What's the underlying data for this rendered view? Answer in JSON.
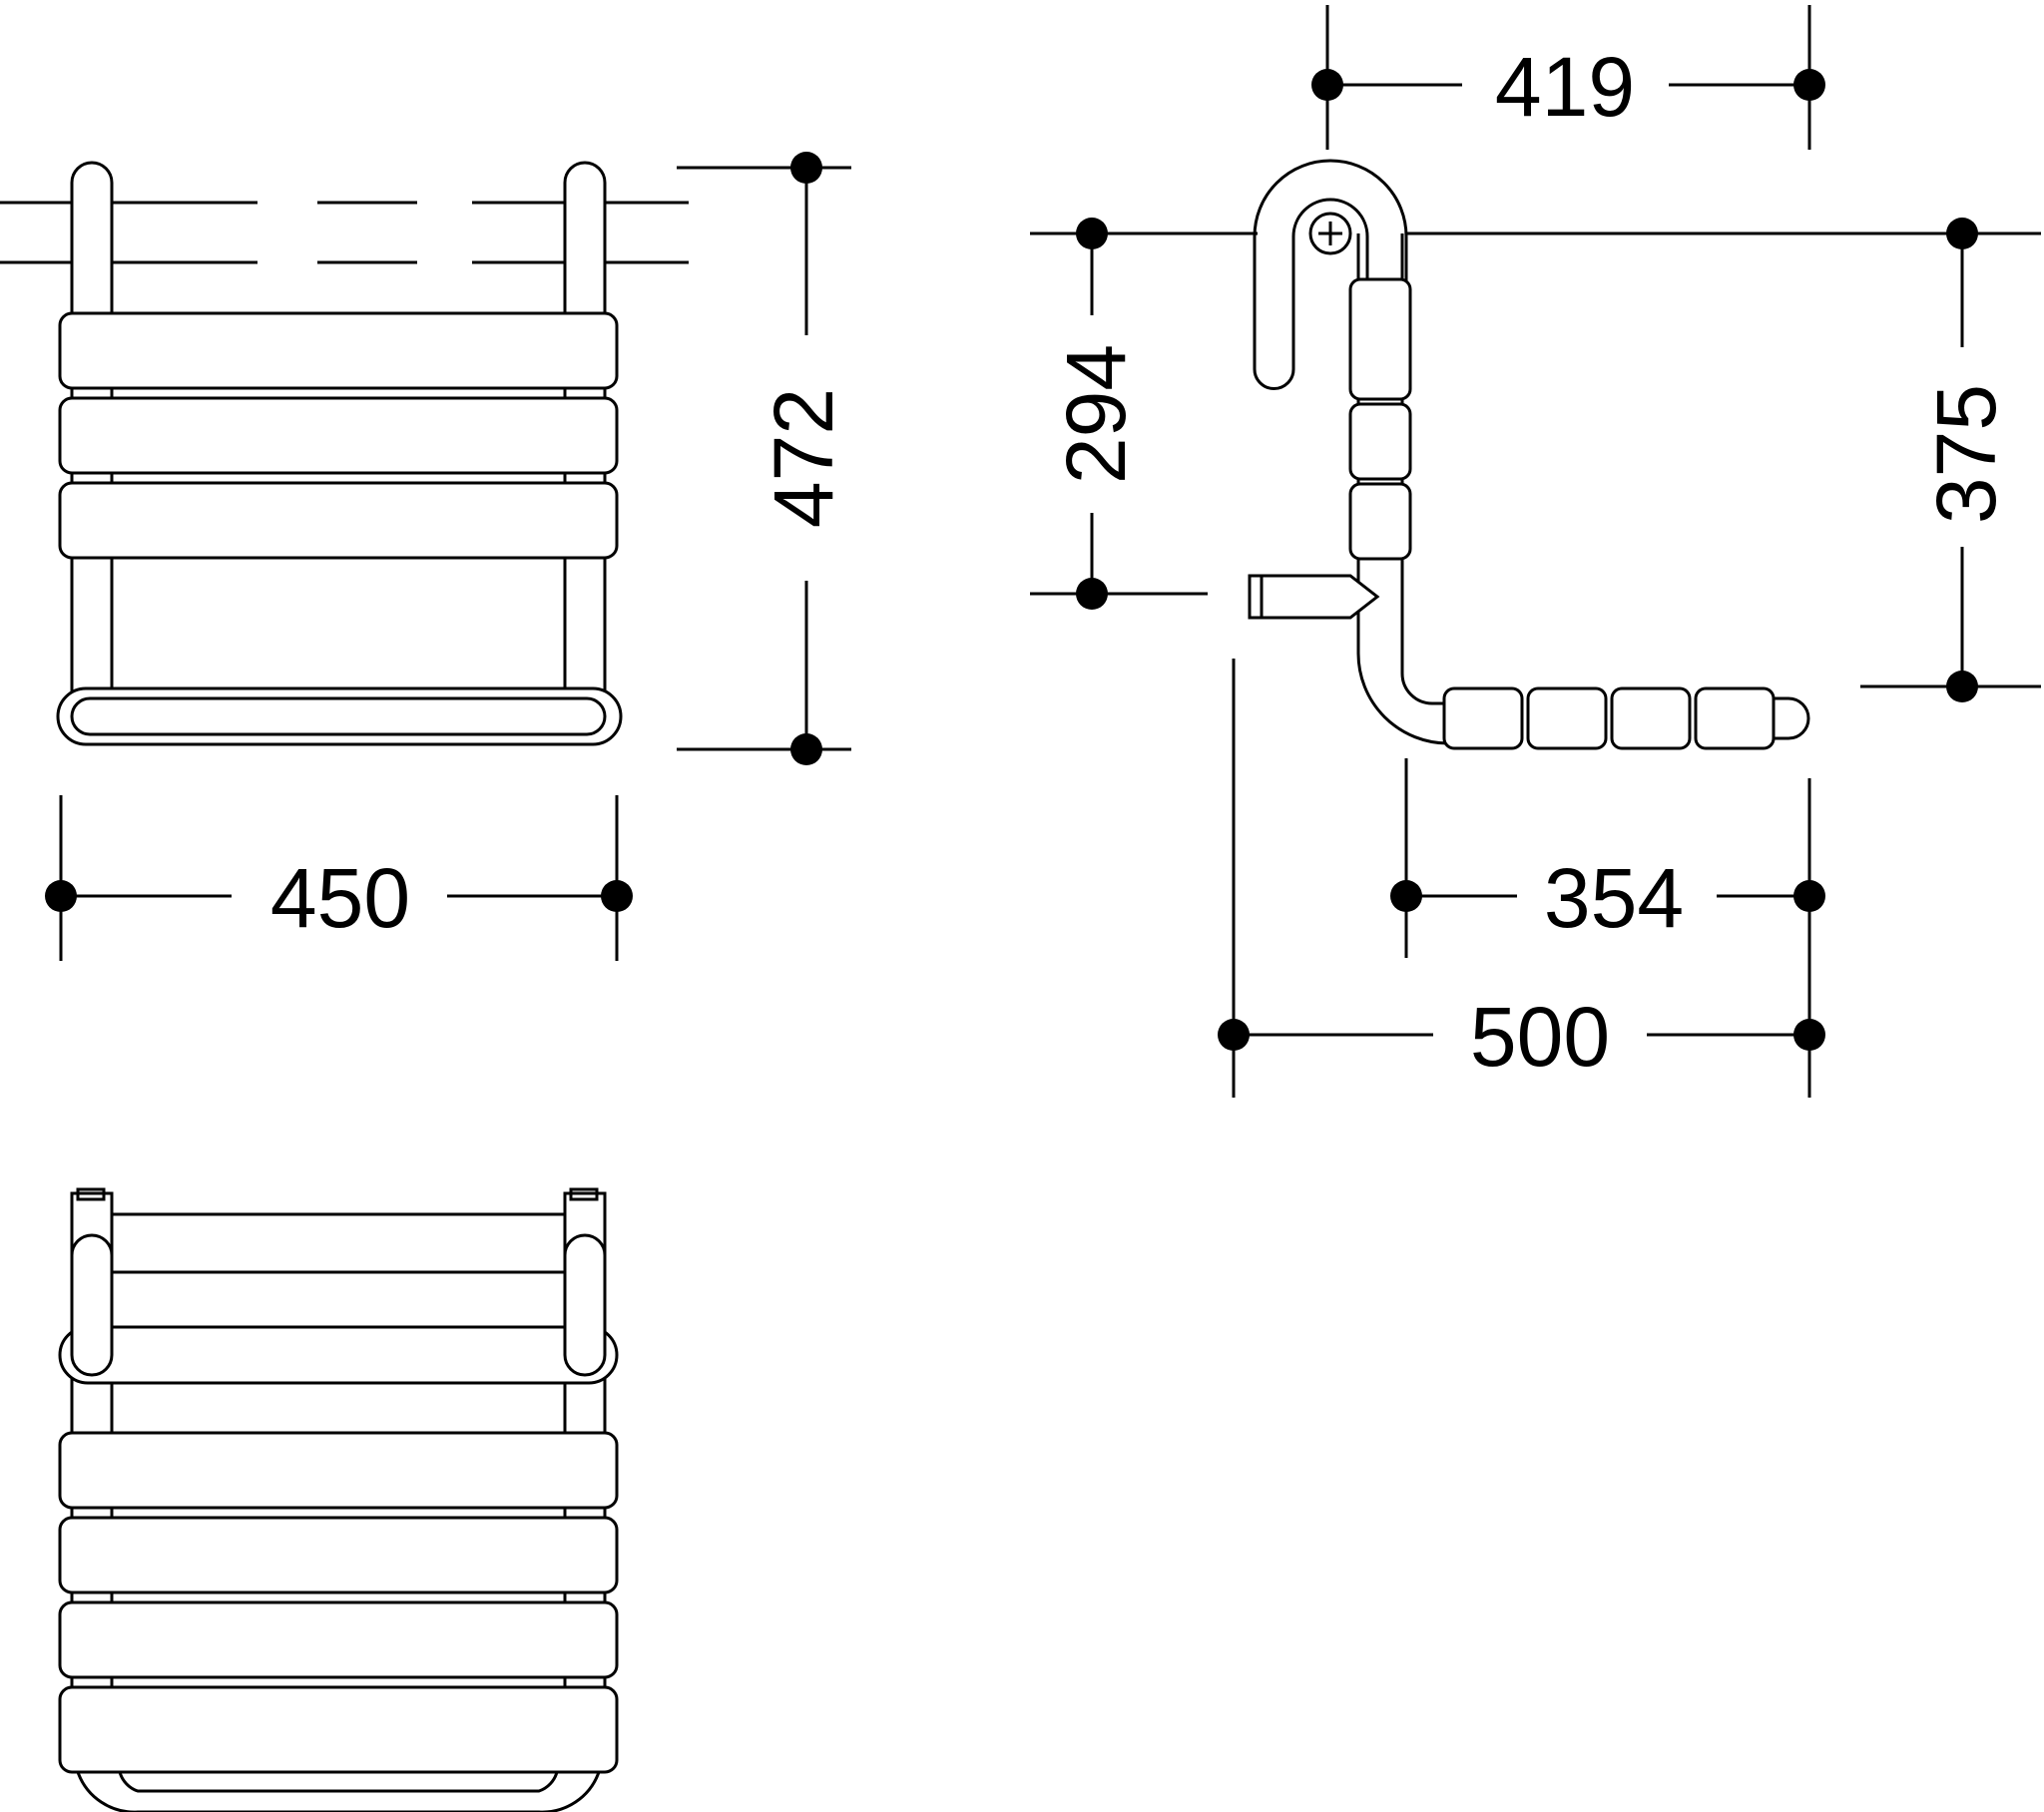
{
  "drawing": {
    "line_color": "#000000",
    "background": "#ffffff",
    "dimensions": {
      "front_width": "450",
      "front_height": "472",
      "side_top_width": "419",
      "side_left_height": "294",
      "side_right_height": "375",
      "side_arm_length": "354",
      "side_total_depth": "500"
    }
  }
}
